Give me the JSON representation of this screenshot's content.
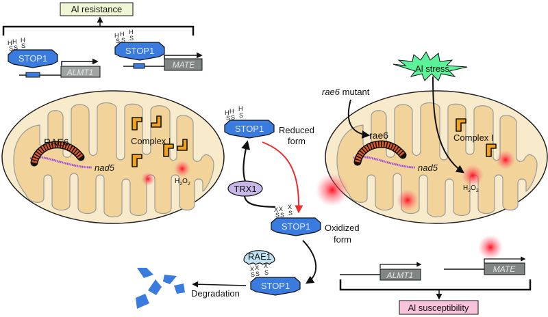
{
  "title": "STOP1 redox regulation by RAE6 and TRX1 in Al stress",
  "top": {
    "outcome_label": "Al resistance",
    "genes": [
      "ALMT1",
      "MATE"
    ],
    "stop1_label": "STOP1",
    "thiol_groups": [
      "H",
      "H",
      "H"
    ],
    "sulfur_groups": [
      "S",
      "S",
      "S"
    ]
  },
  "left_mitochondrion": {
    "protein_label": "RAE6",
    "rna_label": "nad5",
    "complex_label": "Complex I",
    "ros_label": "H2O2"
  },
  "center_cycle": {
    "reduced": {
      "protein": "STOP1",
      "form_line1": "Reduced",
      "form_line2": "form",
      "groups": [
        "H",
        "H",
        "H"
      ]
    },
    "oxidized": {
      "protein": "STOP1",
      "form_line1": "Oxidized",
      "form_line2": "form",
      "groups": [
        "X",
        "X",
        "X"
      ]
    },
    "reductase_label": "TRX1",
    "e3_label": "RAE1",
    "bound_protein": "STOP1",
    "degradation_label": "Degradation"
  },
  "right_mitochondrion": {
    "stress_label": "Al stress",
    "mutant_label_italic": "rae6",
    "mutant_label_rest": " mutant",
    "protein_label": "rae6",
    "rna_label": "nad5",
    "complex_label": "Complex I",
    "ros_label": "H2O2"
  },
  "bottom": {
    "outcome_label": "Al susceptibility",
    "genes": [
      "ALMT1",
      "MATE"
    ]
  },
  "colors": {
    "stop1_blue": "#3a7be0",
    "mito_outer": "#f7ebcc",
    "mito_inner": "#f2d49a",
    "complex_orange": "#f0a21e",
    "rae6_orange": "#e05a2a",
    "nad5_purple": "#9b3fe0",
    "ros_red": "#ff2030",
    "trx1_lavender": "#c7b8e8",
    "rae1_cyan": "#bfe3f2",
    "al_stress_green": "#5cf29a",
    "resistance_box": "#eef6d4",
    "susceptibility_box": "#f7c4dc",
    "gene_box": "#7f8683",
    "red_arrow": "#ee2a2a"
  }
}
